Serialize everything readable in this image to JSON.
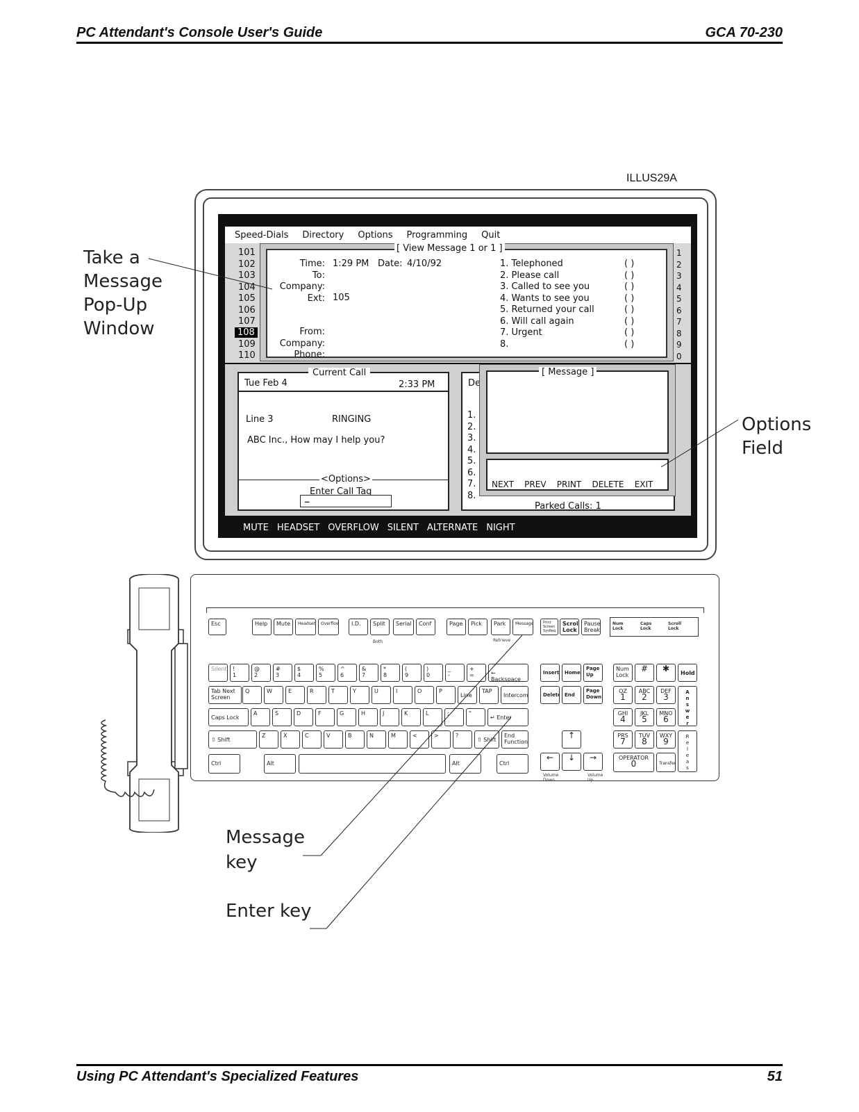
{
  "header": {
    "left": "PC Attendant's Console User's Guide",
    "right": "GCA 70-230"
  },
  "footer": {
    "left": "Using PC Attendant's Specialized Features",
    "right": "51"
  },
  "figure_id": "ILLUS29A",
  "callouts": {
    "popup": [
      "Take a",
      "Message",
      "Pop-Up",
      "Window"
    ],
    "options": [
      "Options",
      "Field"
    ],
    "message_key": [
      "Message",
      "key"
    ],
    "enter_key": "Enter  key"
  },
  "screen": {
    "menu": [
      "Speed-Dials",
      "Directory",
      "Options",
      "Programming",
      "Quit"
    ],
    "extensions": [
      "101",
      "102",
      "103",
      "104",
      "105",
      "106",
      "107",
      "108",
      "109",
      "110"
    ],
    "right_digits": [
      "1",
      "2",
      "3",
      "4",
      "5",
      "6",
      "7",
      "8",
      "9",
      "0"
    ],
    "popup": {
      "title": "[ View Message  1 or  1 ]",
      "time_label": "Time:",
      "time": "1:29  PM",
      "date_label": "Date:",
      "date": "4/10/92",
      "to_label": "To:",
      "company_label": "Company:",
      "ext_label": "Ext:",
      "ext": "105",
      "from_label": "From:",
      "company2_label": "Company:",
      "phone_label": "Phone:",
      "options": [
        "1.  Telephoned",
        "2.  Please  call",
        "3.  Called  to  see  you",
        "4.  Wants  to  see  you",
        "5.  Returned  your  call",
        "6.  Will  call  again",
        "7.  Urgent",
        "8."
      ],
      "checkbox": "(   )"
    },
    "current_call": {
      "title": "Current  Call",
      "date": "Tue  Feb  4",
      "time": "2:33  PM",
      "line": "Line  3",
      "status": "RINGING",
      "greeting": "ABC  Inc.,  How  may  I  help  you?",
      "options": "<Options>",
      "tag_label": "Enter  Call  Tag",
      "cursor": "_"
    },
    "directory": {
      "partial_title": "De",
      "rows": [
        "1.",
        "2.",
        "3.",
        "4.",
        "5.",
        "6.",
        "7.",
        "8."
      ],
      "parked": "Parked  Calls:  1"
    },
    "message": {
      "title": "[ Message ]",
      "options": "NEXT    PREV    PRINT    DELETE    EXIT"
    },
    "status_bar": [
      "MUTE",
      "HEADSET",
      "OVERFLOW",
      "SILENT",
      "ALTERNATE",
      "NIGHT"
    ]
  },
  "keyboard": {
    "row_f": [
      "Esc",
      "Help",
      "Mute",
      "Headset",
      "Overflow",
      "I.D.",
      "Split",
      "Serial",
      "Conf",
      "Page",
      "Pick",
      "Park",
      "Message"
    ],
    "both": "Both",
    "retrieve": "Retrieve",
    "print": "Print Screen SysReq",
    "scroll": "Scroll Lock",
    "pause": "Pause Break",
    "locks": [
      "Num Lock",
      "Caps Lock",
      "Scroll Lock"
    ],
    "num_row": [
      "Silent",
      "!",
      "@",
      "#",
      "$",
      "%",
      "^",
      "&",
      "*",
      "(",
      ")",
      "_",
      "+",
      "Backspace"
    ],
    "num_row_lower": [
      "",
      "1",
      "2",
      "3",
      "4",
      "5",
      "6",
      "7",
      "8",
      "9",
      "0",
      "-",
      "="
    ],
    "row_q": [
      "Tab",
      "Next Screen",
      "Q",
      "W",
      "E",
      "R",
      "T",
      "Y",
      "U",
      "I",
      "O",
      "P",
      "Line",
      "TAP",
      "Intercom"
    ],
    "row_a": [
      "Caps Lock",
      "A",
      "S",
      "D",
      "F",
      "G",
      "H",
      "J",
      "K",
      "L",
      ";",
      "\"",
      "Enter"
    ],
    "row_z": [
      "Shift",
      "Z",
      "X",
      "C",
      "V",
      "B",
      "N",
      "M",
      "<",
      ">",
      "?",
      "Shift",
      "End Function"
    ],
    "row_ctrl": [
      "Ctrl",
      "Alt",
      "Alt",
      "Ctrl"
    ],
    "nav": [
      "Insert",
      "Home",
      "Page Up",
      "Delete",
      "End",
      "Page Down"
    ],
    "arrows": [
      "←",
      "↓",
      "→",
      "↑"
    ],
    "vol": [
      "Volume Down",
      "Volume Up"
    ],
    "numpad": {
      "top": [
        "Num Lock",
        "#",
        "✱",
        "Hold"
      ],
      "r1": [
        [
          "OZ",
          "1"
        ],
        [
          "ABC",
          "2"
        ],
        [
          "DEF",
          "3"
        ]
      ],
      "r2": [
        [
          "GHI",
          "4"
        ],
        [
          "JKL",
          "5"
        ],
        [
          "MNO",
          "6"
        ]
      ],
      "r3": [
        [
          "PRS",
          "7"
        ],
        [
          "TUV",
          "8"
        ],
        [
          "WXY",
          "9"
        ]
      ],
      "operator": [
        "OPERATOR",
        "0"
      ],
      "transfer": "Transfer",
      "answer": "A n s w e r",
      "release": "R e l e a s e"
    }
  }
}
